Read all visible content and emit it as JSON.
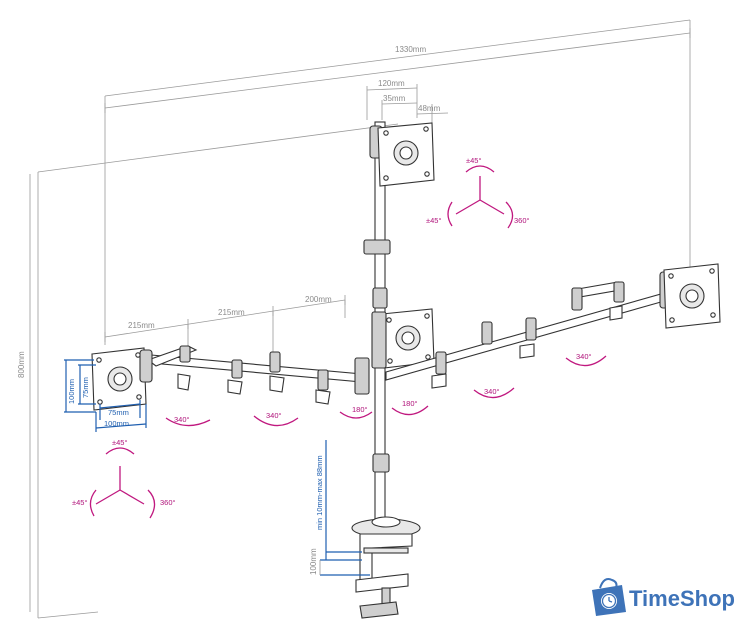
{
  "dimensions": {
    "overall_width": "1330mm",
    "overall_height": "800mm",
    "mast_top_width": "120mm",
    "mast_35": "35mm",
    "mast_48": "48mm",
    "arm_215_a": "215mm",
    "arm_215_b": "215mm",
    "arm_200": "200mm",
    "vesa_75_v": "75mm",
    "vesa_100_v": "100mm",
    "vesa_75_h": "75mm",
    "vesa_100_h": "100mm",
    "clamp_thickness": "min 10mm-max 88mm",
    "clamp_depth": "100mm"
  },
  "rotations": {
    "tr_tilt": "±45°",
    "tr_swivel": "±45°",
    "tr_rotate": "360°",
    "bl_tilt": "±45°",
    "bl_swivel": "±45°",
    "bl_rotate": "360°",
    "arm_left_1": "340°",
    "arm_left_2": "340°",
    "center_left": "180°",
    "center_right": "180°",
    "arm_right_1": "340°",
    "arm_right_2": "340°"
  },
  "brand": {
    "name": "TimeShop",
    "icon": "clock-bag-icon",
    "color": "#3e73b8"
  },
  "colors": {
    "rotation_arrows": "#c0187f",
    "clamp_annotation": "#1f5fb0",
    "dimension_lines": "#9a9a9a"
  }
}
